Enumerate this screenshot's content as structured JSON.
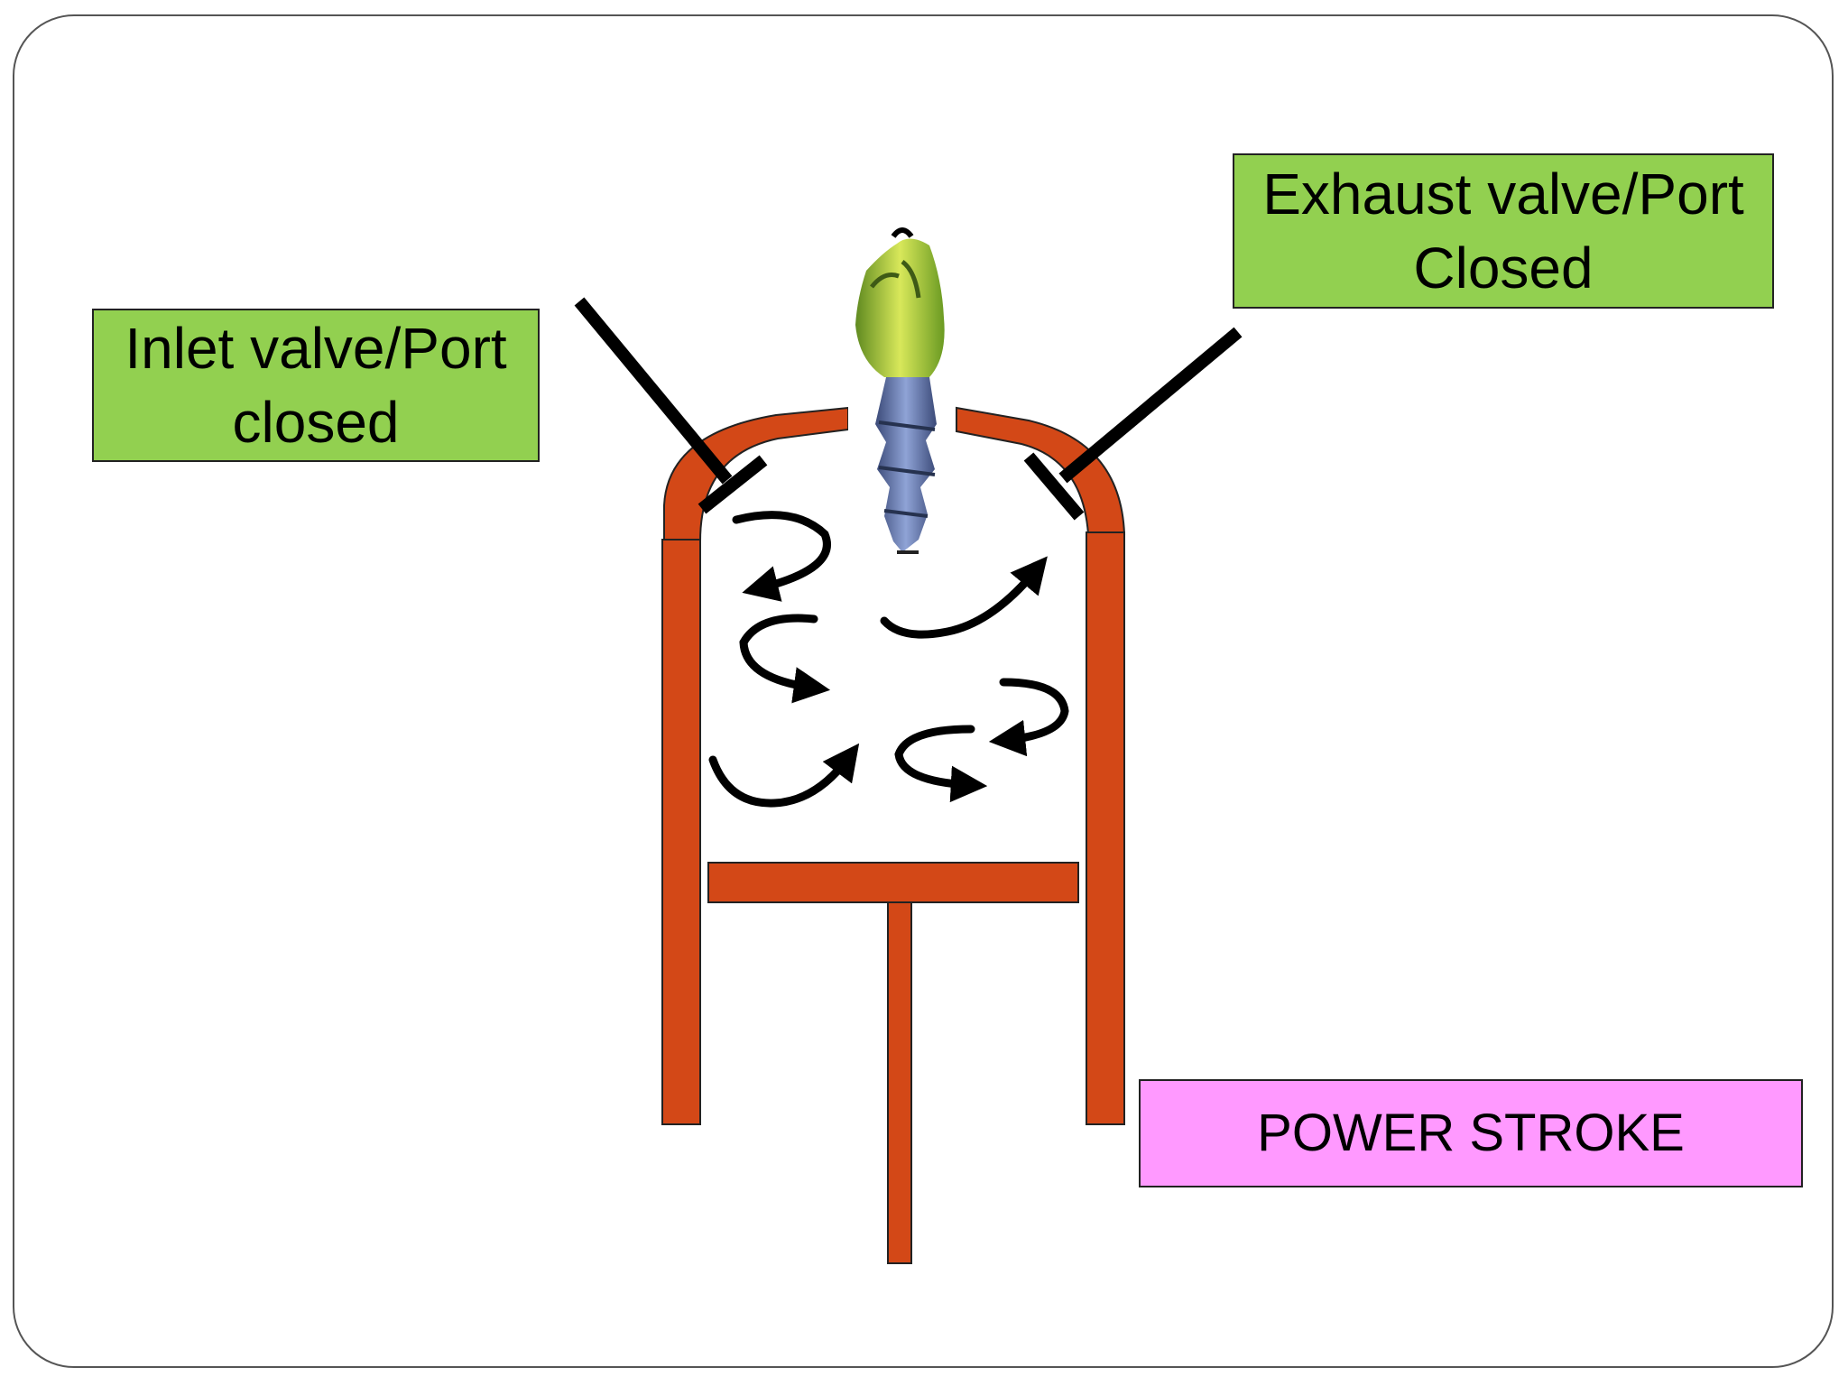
{
  "labels": {
    "inlet": "Inlet valve/Port\nclosed",
    "exhaust": "Exhaust valve/Port\nClosed",
    "stroke": "POWER STROKE"
  },
  "colors": {
    "cylinder": "#d34817",
    "valve_label_bg": "#92d050",
    "stroke_label_bg": "#ff99ff",
    "outline": "#222222"
  },
  "icons": {
    "injector": "fuel-injector-icon",
    "swirl": "swirl-arrow-icon"
  }
}
